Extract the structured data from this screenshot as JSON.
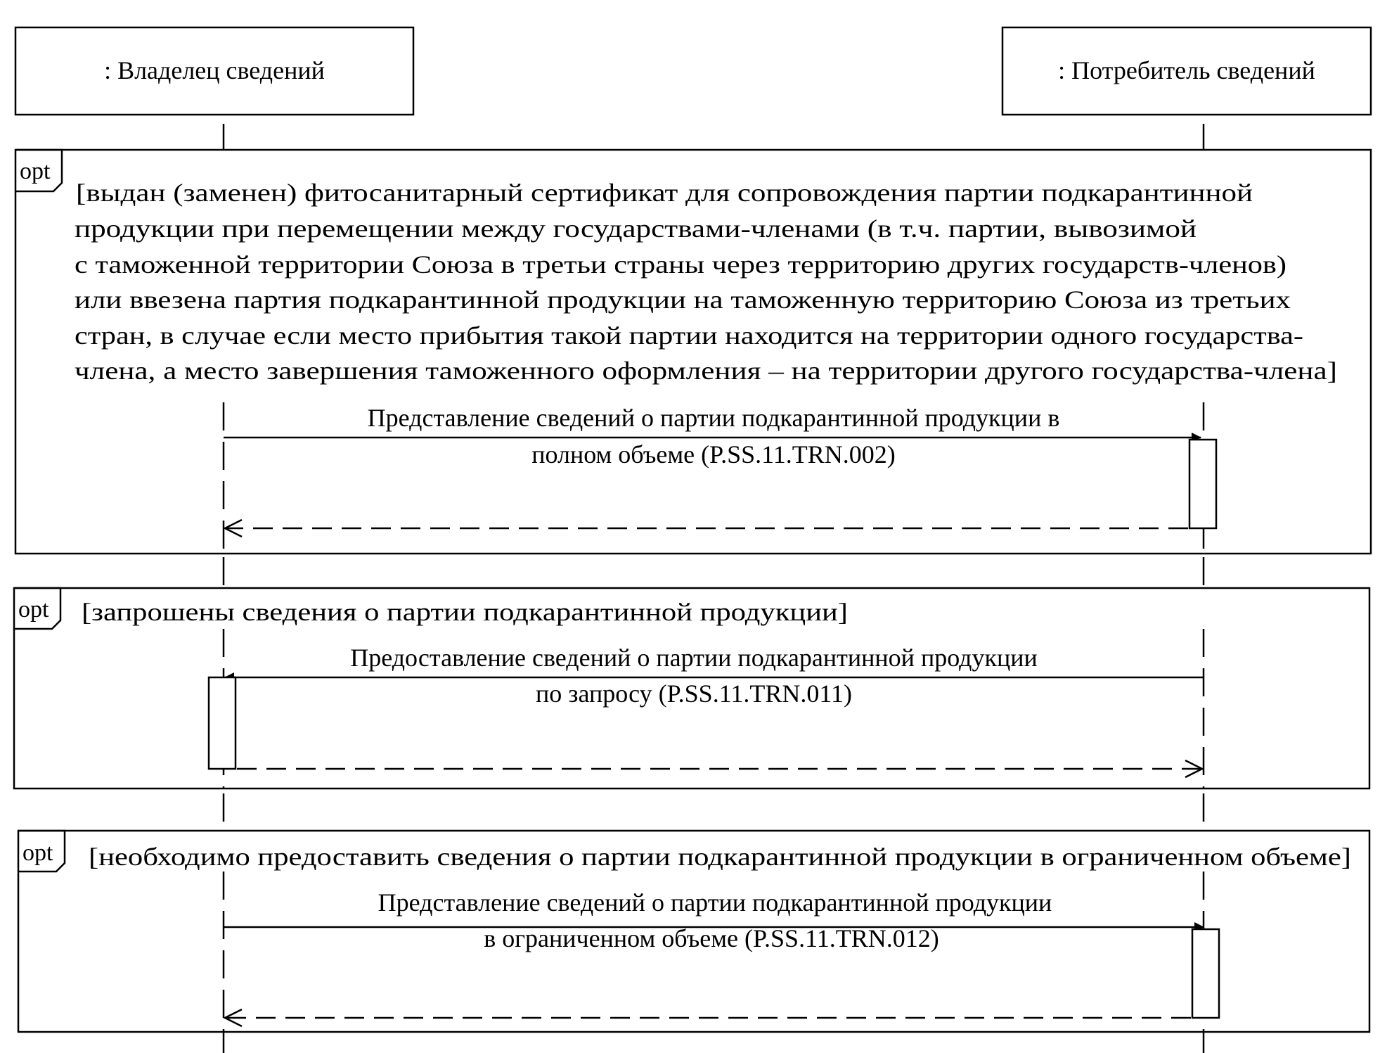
{
  "actors": {
    "owner": ": Владелец сведений",
    "consumer": ": Потребитель сведений"
  },
  "fragments": [
    {
      "operator": "opt",
      "guard_lines": [
        "[выдан (заменен) фитосанитарный сертификат для сопровождения партии подкарантинной",
        "продукции при перемещении между государствами-членами (в т.ч. партии, вывозимой",
        "с таможенной территории Союза в третьи страны через территорию других государств-членов)",
        "или ввезена партия подкарантинной продукции на таможенную территорию Союза из третьих",
        "стран, в случае если место прибытия такой партии находится на территории одного государства-",
        "члена, а место завершения таможенного оформления – на территории другого государства-члена]"
      ],
      "message_lines": [
        "Представление сведений о партии подкарантинной продукции в",
        "полном объеме (P.SS.11.TRN.002)"
      ]
    },
    {
      "operator": "opt",
      "guard_lines": [
        "[запрошены сведения о партии подкарантинной продукции]"
      ],
      "message_lines": [
        "Предоставление сведений о партии подкарантинной продукции",
        "по запросу (P.SS.11.TRN.011)"
      ]
    },
    {
      "operator": "opt",
      "guard_lines": [
        "[необходимо предоставить сведения о партии подкарантинной продукции в ограниченном объеме]"
      ],
      "message_lines": [
        "Представление сведений о партии подкарантинной продукции",
        "в ограниченном объеме (P.SS.11.TRN.012)"
      ]
    }
  ]
}
